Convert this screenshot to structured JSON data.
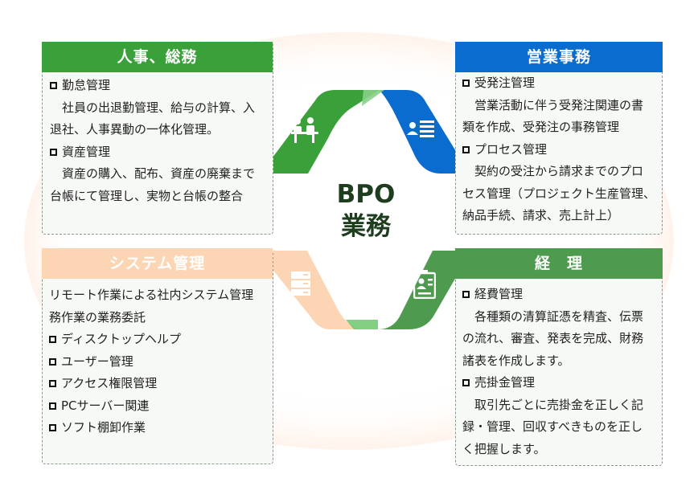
{
  "center": {
    "line1": "BPO",
    "line2": "業務"
  },
  "colors": {
    "green": "#3aa13a",
    "blue": "#0a6ccf",
    "peach": "#fcd6b4",
    "dark_green": "#4e9a4e"
  },
  "panels": {
    "hr": {
      "title": "人事、総務",
      "items": [
        {
          "label": "勤怠管理",
          "desc": [
            "社員の出退勤管理、給与の計算、入",
            "退社、人事異動の一体化管理。"
          ]
        },
        {
          "label": "資産管理",
          "desc": [
            "資産の購入、配布、資産の廃棄まで",
            "台帳にて管理し、実物と台帳の整合"
          ]
        }
      ]
    },
    "sales": {
      "title": "営業事務",
      "items": [
        {
          "label": "受発注管理",
          "desc": [
            "営業活動に伴う受発注関連の書",
            "類を作成、受発注の事務管理"
          ]
        },
        {
          "label": "プロセス管理",
          "desc": [
            "契約の受注から請求までのプロ",
            "セス管理（プロジェクト生産管理、",
            "納品手続、請求、売上計上）"
          ]
        }
      ]
    },
    "system": {
      "title": "システム管理",
      "intro": [
        "リモート作業による社内システム管理",
        "務作業の業務委託"
      ],
      "items": [
        "ディスクトップヘルプ",
        "ユーザー管理",
        "アクセス権限管理",
        "PCサーバー関連",
        "ソフト棚卸作業"
      ]
    },
    "accounting": {
      "title": "経　理",
      "items": [
        {
          "label": "経費管理",
          "desc": [
            "各種類の清算証憑を精査、伝票",
            "の流れ、審査、発表を完成、財務",
            "諸表を作成します。"
          ]
        },
        {
          "label": "売掛金管理",
          "desc": [
            "取引先ごとに売掛金を正しく記",
            "録・管理、回収すべきものを正し",
            "く把握します。"
          ]
        }
      ]
    }
  }
}
